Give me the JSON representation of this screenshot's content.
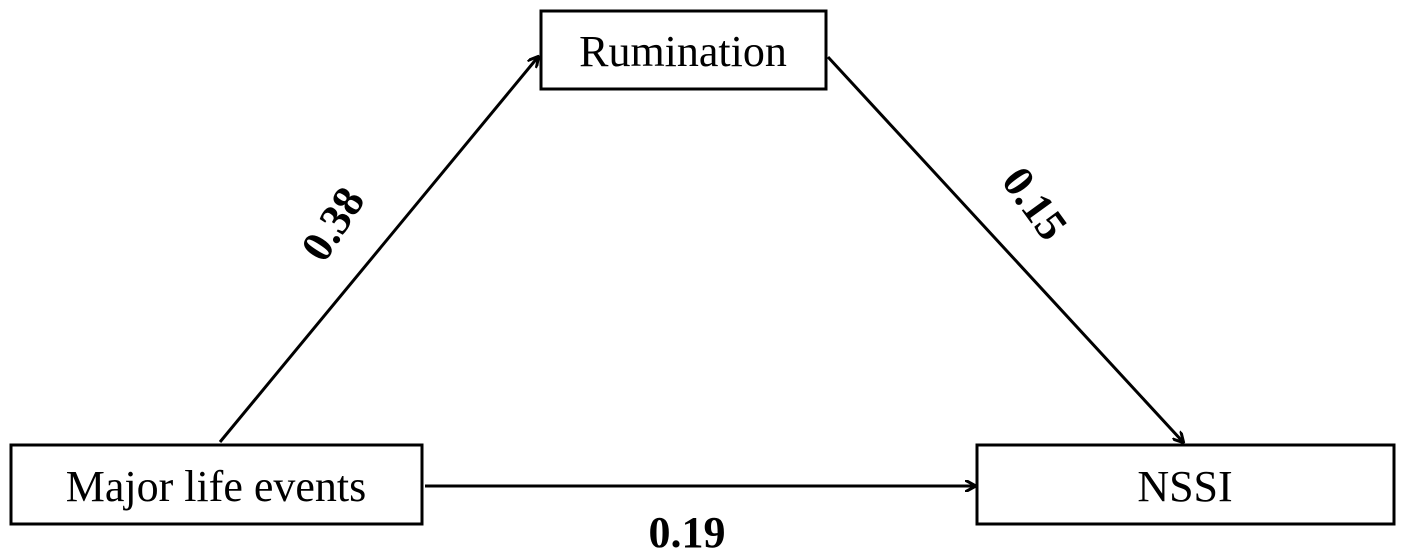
{
  "nodes": {
    "rumination": {
      "label": "Rumination"
    },
    "major_life_events": {
      "label": "Major life events"
    },
    "nssi": {
      "label": "NSSI"
    }
  },
  "paths": {
    "mle_to_rumination": {
      "coefficient": "0.38"
    },
    "rumination_to_nssi": {
      "coefficient": "0.15"
    },
    "mle_to_nssi": {
      "coefficient": "0.19"
    }
  },
  "colors": {
    "stroke": "#000000",
    "background": "#ffffff"
  }
}
